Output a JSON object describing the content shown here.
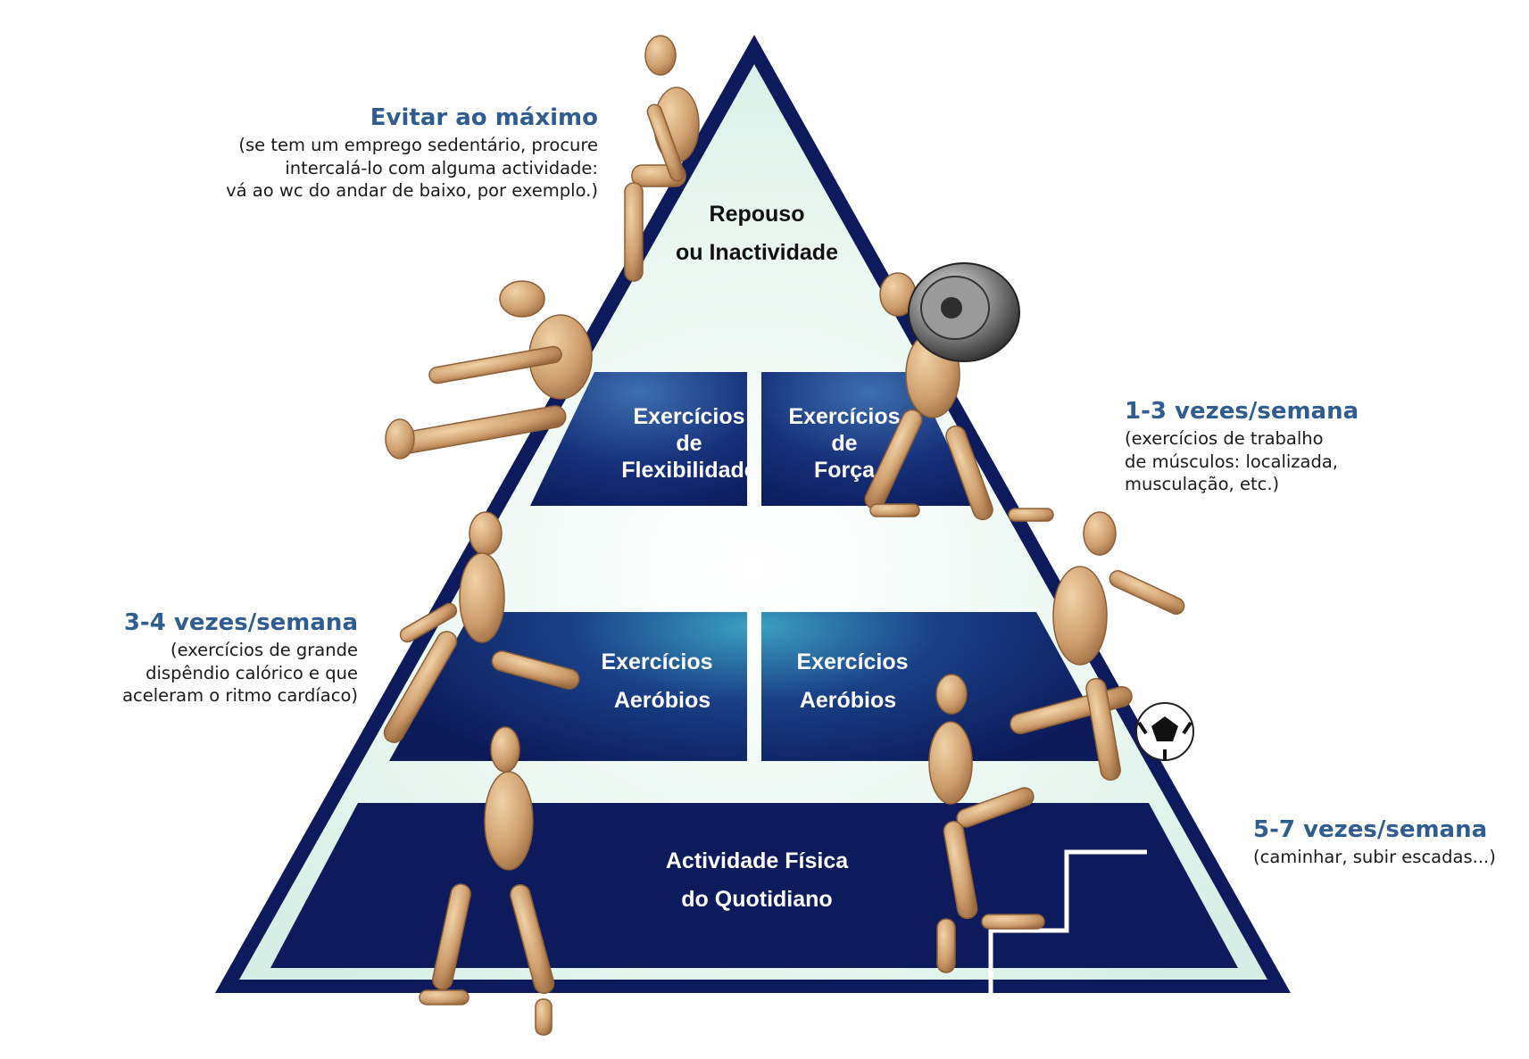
{
  "pyramid": {
    "top_label": [
      "Repouso",
      "ou Inactividade"
    ],
    "tier2": [
      {
        "lines": [
          "Exercícios",
          "de",
          "Flexibilidade"
        ]
      },
      {
        "lines": [
          "Exercícios",
          "de",
          "Força"
        ]
      }
    ],
    "tier3": [
      {
        "lines": [
          "Exercícios",
          "Aeróbios"
        ]
      },
      {
        "lines": [
          "Exercícios",
          "Aeróbios"
        ]
      }
    ],
    "base_label": [
      "Actividade Física",
      "do Quotidiano"
    ]
  },
  "annotations": {
    "avoid": {
      "title": "Evitar ao máximo",
      "lines": [
        "(se tem um emprego sedentário, procure",
        "intercalá-lo com alguma actividade:",
        "vá ao wc  do andar de baixo, por exemplo.)"
      ]
    },
    "strength": {
      "title": "1-3 vezes/semana",
      "lines": [
        "(exercícios de trabalho",
        "de músculos: localizada,",
        "musculação, etc.)"
      ]
    },
    "aerobic": {
      "title": "3-4 vezes/semana",
      "lines": [
        "(exercícios de grande",
        "dispêndio calórico e que",
        "aceleram o ritmo cardíaco)"
      ]
    },
    "daily": {
      "title": "5-7 vezes/semana",
      "lines": [
        "(caminhar, subir escadas...)"
      ]
    }
  },
  "colors": {
    "navy": "#0d1a5c",
    "pale_mint": "#e3f4ee",
    "accent_blue": "#2f5d8f",
    "wood": "#c89a6a"
  },
  "icons": [
    "wooden-mannequin-icon",
    "weight-plates-icon",
    "soccer-ball-icon",
    "stairs-icon"
  ]
}
